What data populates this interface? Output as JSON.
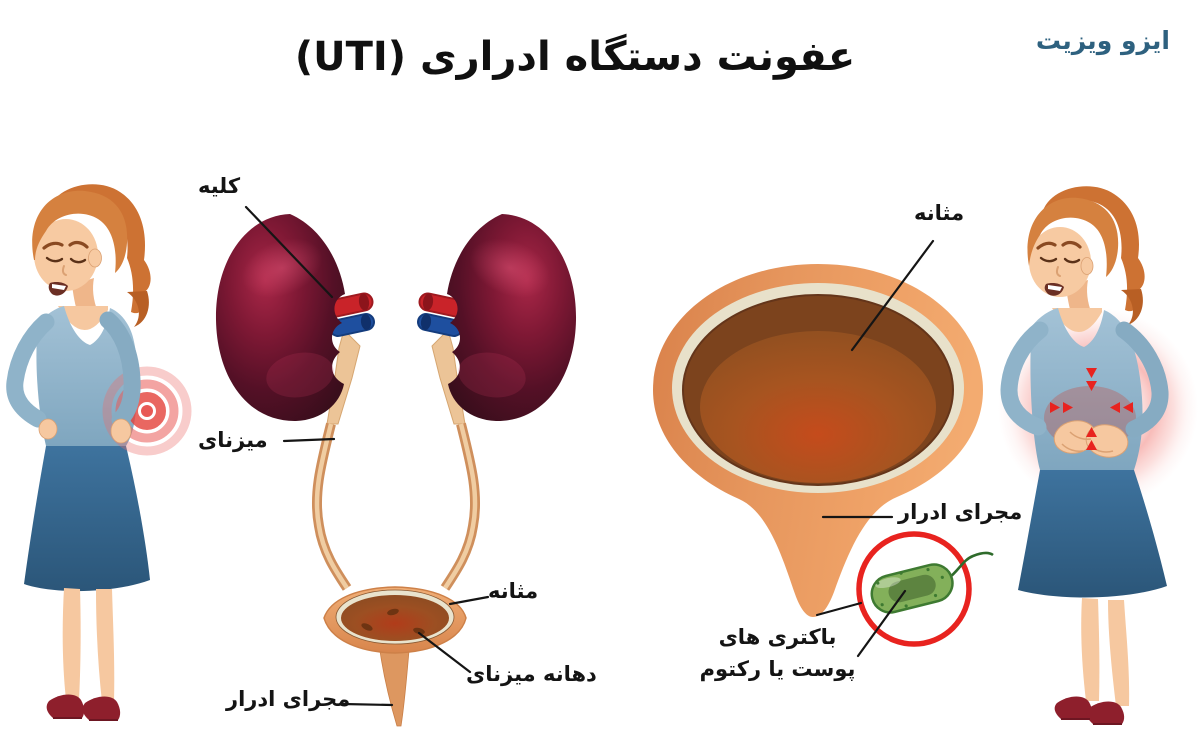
{
  "brand": {
    "wordmark": "ایزو ویزیت",
    "color": "#2e617f"
  },
  "title": "عفونت دستگاه ادراری (UTI)",
  "diagram_left": {
    "labels": {
      "kidney": "کلیه",
      "ureter": "میزنای",
      "bladder": "مثانه",
      "ureter_opening": "دهانه میزنای",
      "urethra": "مجرای ادرار"
    }
  },
  "diagram_right": {
    "labels": {
      "bladder": "مثانه",
      "urethra": "مجرای ادرار",
      "bacteria_line1": "باکتری های",
      "bacteria_line2": "پوست یا رکتوم"
    }
  },
  "illustrations": {
    "left_figure": "woman-with-lower-back-pain",
    "center_figure": "kidneys-ureters-bladder-anatomy",
    "right_diagram": "bladder-cross-section-funnel",
    "bacteria": "rod-bacterium-with-flagellum-in-red-circle",
    "right_figure": "woman-with-abdominal-pain"
  },
  "colors": {
    "brand_blue": "#2e617f",
    "label_black": "#141414",
    "kidney_dark": "#3a0e1c",
    "kidney_highlight": "#aa2748",
    "artery_red": "#c92329",
    "vein_blue": "#1e4f9f",
    "ureter_tan": "#ecc497",
    "bladder_wall_orange": "#e59a62",
    "bladder_rim_cream": "#e8e1ca",
    "bladder_interior_brown": "#7c431d",
    "urine_red": "#c54b1c",
    "bacteria_green": "#83b05a",
    "alert_red": "#e8231f",
    "hair_orange": "#d5813f",
    "skin": "#f6c8a0",
    "shirt_blue": "#8fb3c9",
    "skirt_blue": "#33678f",
    "shoe_red": "#8e1f2c"
  }
}
